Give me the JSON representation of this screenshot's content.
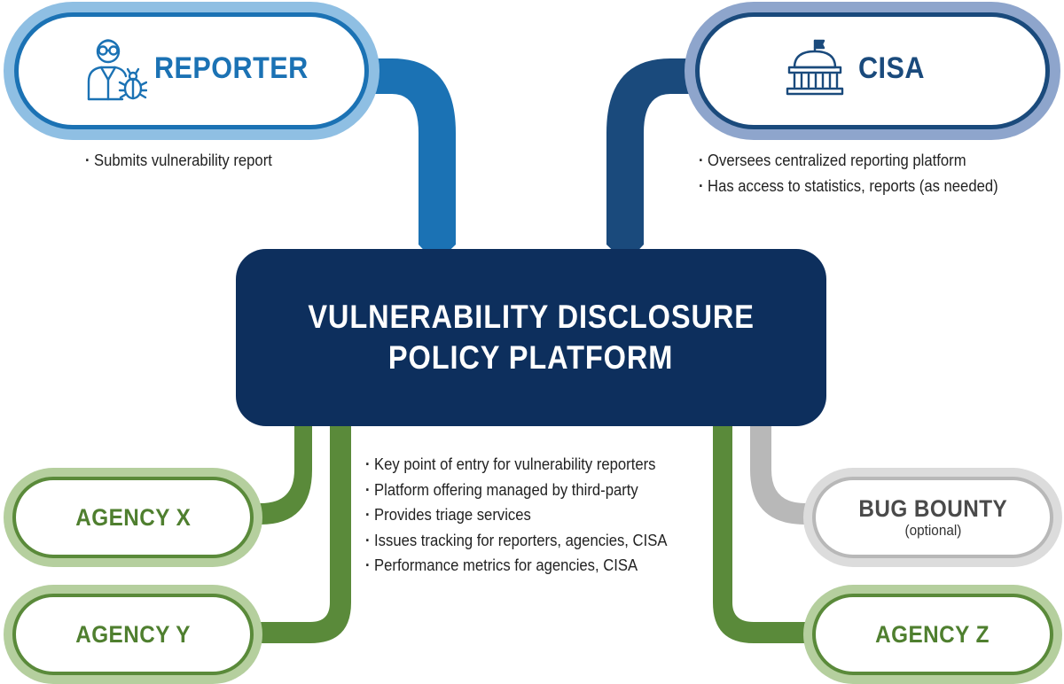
{
  "center": {
    "line1": "VULNERABILITY DISCLOSURE",
    "line2": "POLICY PLATFORM",
    "bullets": [
      "Key point of entry for vulnerability reporters",
      "Platform offering managed by third-party",
      "Provides triage services",
      "Issues tracking for reporters, agencies, CISA",
      "Performance metrics for agencies, CISA"
    ]
  },
  "reporter": {
    "label": "REPORTER",
    "icon": "reporter-with-bug-icon",
    "bullets": [
      "Submits vulnerability report"
    ]
  },
  "cisa": {
    "label": "CISA",
    "icon": "government-building-icon",
    "bullets": [
      "Oversees centralized reporting platform",
      "Has access to statistics, reports (as needed)"
    ]
  },
  "agency_x": {
    "label": "AGENCY X"
  },
  "agency_y": {
    "label": "AGENCY Y"
  },
  "agency_z": {
    "label": "AGENCY Z"
  },
  "bug_bounty": {
    "label": "BUG BOUNTY",
    "sublabel": "(optional)"
  },
  "colors": {
    "navy": "#0d2f5d",
    "reporter_blue": "#1b72b4",
    "reporter_ring": "#8fbfe3",
    "cisa_blue": "#1a4a7c",
    "cisa_ring": "#8ea5cc",
    "green": "#5a8a3a",
    "green_ring": "#b5cf9e",
    "gray": "#b8b8b8",
    "gray_ring": "#dcdcdc"
  }
}
